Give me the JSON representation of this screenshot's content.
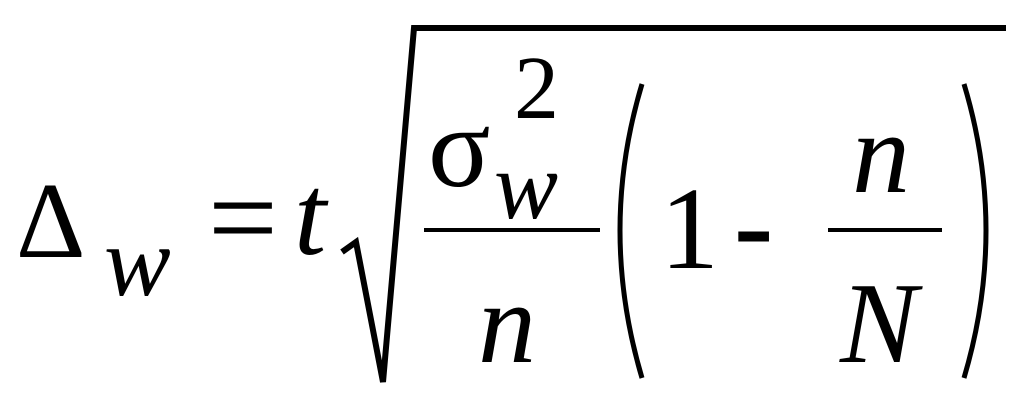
{
  "formula": {
    "delta": "Δ",
    "subscript_w": "w",
    "equals": "=",
    "t": "t",
    "sigma": "σ",
    "superscript_2": "2",
    "sigma_subscript_w": "w",
    "denominator_n": "n",
    "one": "1",
    "minus": "-",
    "numerator_n": "n",
    "N": "N"
  }
}
